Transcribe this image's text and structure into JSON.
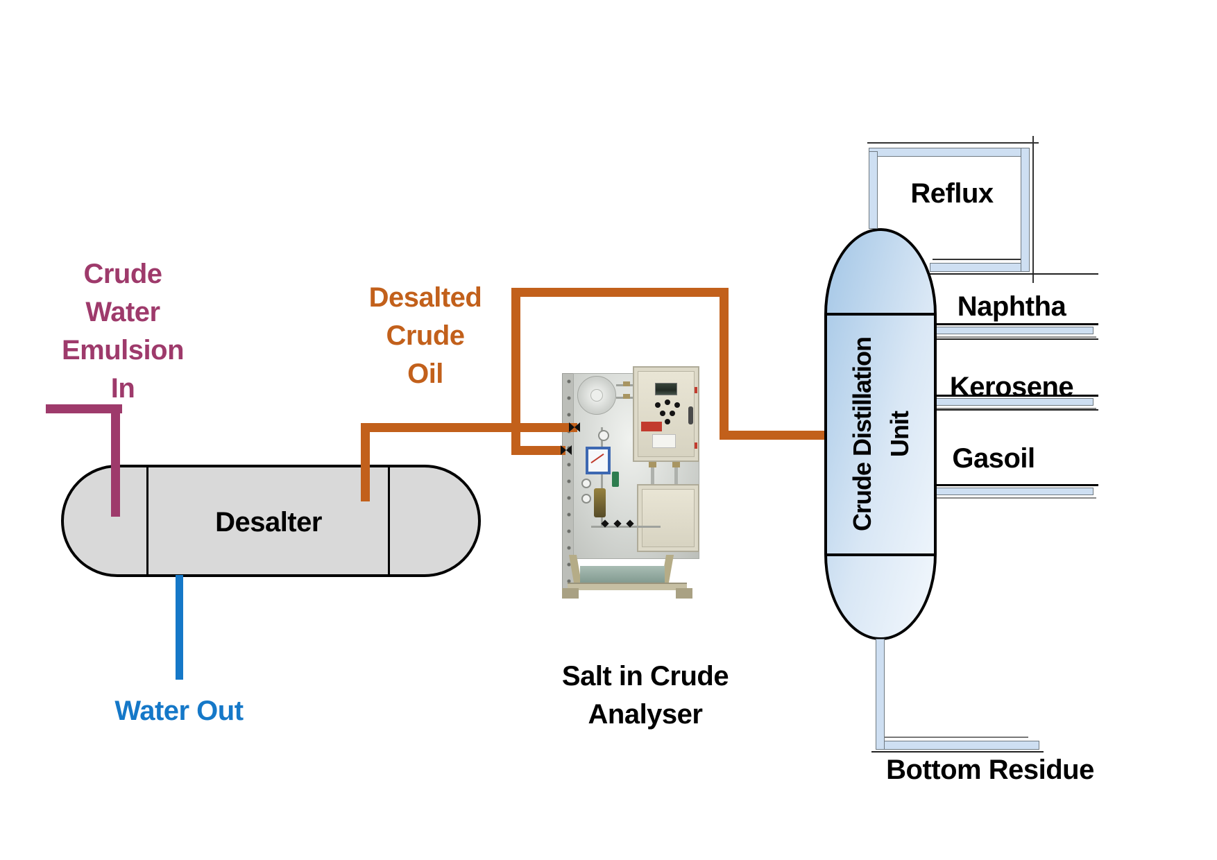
{
  "colors": {
    "inlet_purple": "#9E3A6B",
    "crude_oil_orange": "#C2601B",
    "water_blue": "#1578C8",
    "pipe_light_blue": "#CEDFF2",
    "vessel_gray": "#D9D9D9",
    "column_blue": "#A3C6E6"
  },
  "inlet_label": {
    "lines": [
      "Crude",
      "Water",
      "Emulsion",
      "In"
    ]
  },
  "desalter": {
    "label": "Desalter"
  },
  "water_out": {
    "label": "Water Out"
  },
  "desalted_crude": {
    "lines": [
      "Desalted",
      "Crude",
      "Oil"
    ]
  },
  "analyser": {
    "label_lines": [
      "Salt in Crude",
      "Analyser"
    ]
  },
  "cdu": {
    "label_lines": [
      "Crude Distillation",
      "Unit"
    ]
  },
  "reflux": {
    "label": "Reflux"
  },
  "side_streams": [
    {
      "label": "Naphtha"
    },
    {
      "label": "Kerosene"
    },
    {
      "label": "Gasoil"
    }
  ],
  "bottom_residue": {
    "label": "Bottom Residue"
  }
}
